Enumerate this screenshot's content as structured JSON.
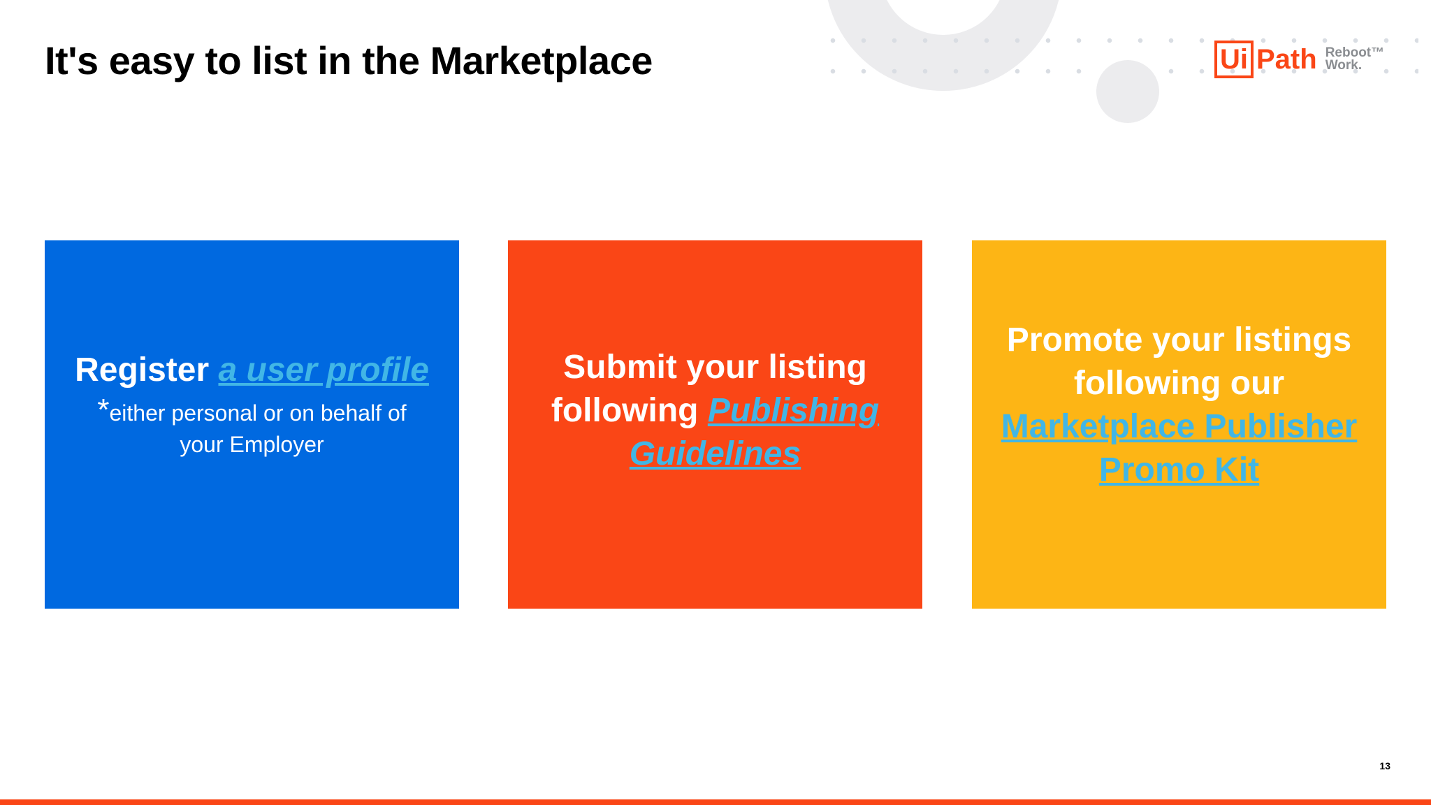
{
  "slide": {
    "title": "It's easy to list in the Marketplace",
    "page_number": "13"
  },
  "logo": {
    "ui": "Ui",
    "path": "Path",
    "tagline_line1": "Reboot™",
    "tagline_line2": "Work."
  },
  "cards": [
    {
      "text_before": "Register ",
      "link": "a user profile",
      "note_star": "*",
      "note": "either personal or on behalf of your Employer",
      "color": "#0069e0"
    },
    {
      "text_before": "Submit your listing following ",
      "link": "Publishing Guidelines",
      "color": "#fa4616"
    },
    {
      "text_before": "Promote your listings following our ",
      "link": "Marketplace Publisher Promo Kit",
      "color": "#fdb515"
    }
  ],
  "colors": {
    "accent_orange": "#fa4616",
    "link_blue": "#41b6e6",
    "bottom_bar": "#fa4616"
  }
}
